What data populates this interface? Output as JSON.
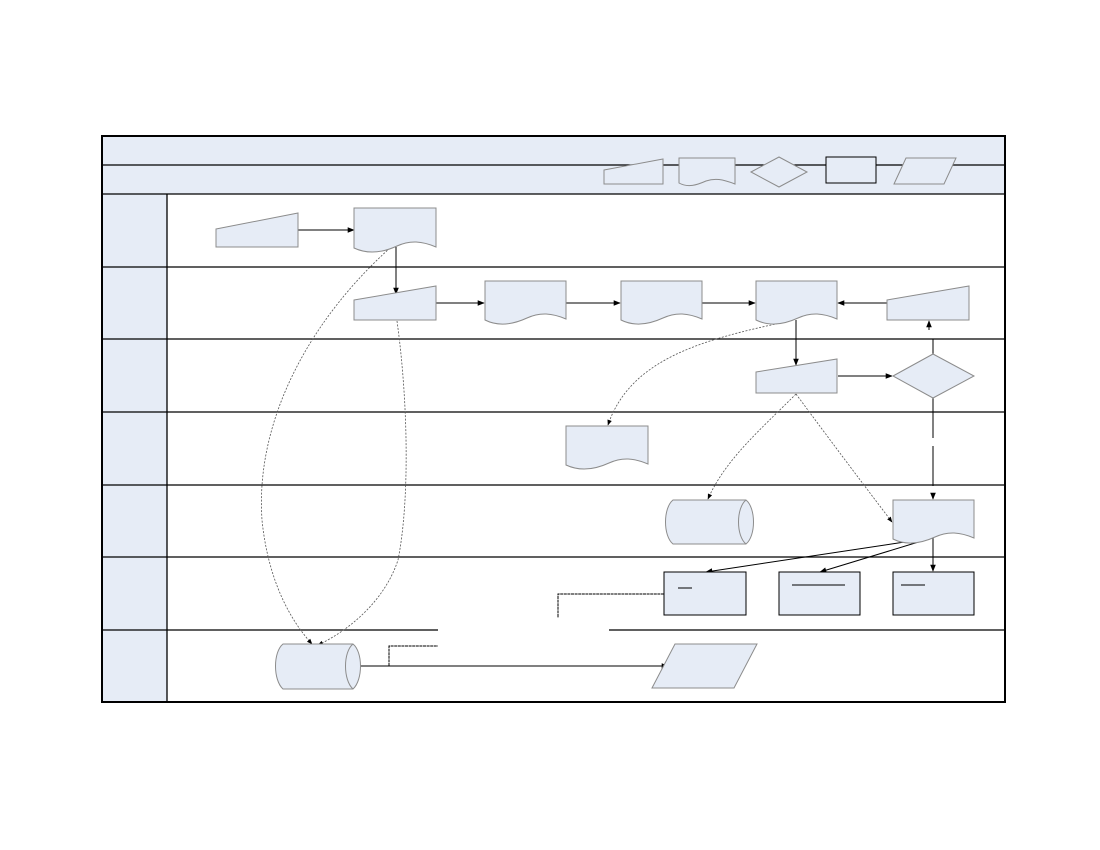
{
  "diagram": {
    "type": "swimlane-flowchart",
    "title": "",
    "colors": {
      "fill": "#e6ecf6",
      "stroke": "#8c8c8c",
      "line": "#000000"
    },
    "legend": [
      {
        "id": "legend-manual-input",
        "shape": "manual-input",
        "label": ""
      },
      {
        "id": "legend-document",
        "shape": "document",
        "label": ""
      },
      {
        "id": "legend-decision",
        "shape": "decision",
        "label": ""
      },
      {
        "id": "legend-process",
        "shape": "process",
        "label": ""
      },
      {
        "id": "legend-data",
        "shape": "data",
        "label": ""
      }
    ],
    "lanes": [
      {
        "id": "lane-1",
        "label": ""
      },
      {
        "id": "lane-2",
        "label": ""
      },
      {
        "id": "lane-3",
        "label": ""
      },
      {
        "id": "lane-4",
        "label": ""
      },
      {
        "id": "lane-5",
        "label": ""
      },
      {
        "id": "lane-6",
        "label": ""
      },
      {
        "id": "lane-7",
        "label": ""
      }
    ],
    "nodes": [
      {
        "id": "n1",
        "shape": "manual-input",
        "lane": 1,
        "label": ""
      },
      {
        "id": "n2",
        "shape": "document",
        "lane": 1,
        "label": ""
      },
      {
        "id": "n3",
        "shape": "manual-input",
        "lane": 2,
        "label": ""
      },
      {
        "id": "n4",
        "shape": "document",
        "lane": 2,
        "label": ""
      },
      {
        "id": "n5",
        "shape": "document",
        "lane": 2,
        "label": ""
      },
      {
        "id": "n6",
        "shape": "document",
        "lane": 2,
        "label": ""
      },
      {
        "id": "n7",
        "shape": "manual-input",
        "lane": 2,
        "label": ""
      },
      {
        "id": "n8",
        "shape": "manual-input",
        "lane": 3,
        "label": ""
      },
      {
        "id": "n9",
        "shape": "decision",
        "lane": 3,
        "label": ""
      },
      {
        "id": "n10",
        "shape": "document",
        "lane": 4,
        "label": ""
      },
      {
        "id": "n11",
        "shape": "storage",
        "lane": 5,
        "label": ""
      },
      {
        "id": "n12",
        "shape": "document",
        "lane": 5,
        "label": ""
      },
      {
        "id": "n13",
        "shape": "process",
        "lane": 6,
        "label": ""
      },
      {
        "id": "n14",
        "shape": "process",
        "lane": 6,
        "label": ""
      },
      {
        "id": "n15",
        "shape": "process",
        "lane": 6,
        "label": ""
      },
      {
        "id": "n16",
        "shape": "storage",
        "lane": 7,
        "label": ""
      },
      {
        "id": "n17",
        "shape": "data",
        "lane": 7,
        "label": ""
      }
    ],
    "edges": [
      {
        "from": "n1",
        "to": "n2",
        "style": "solid"
      },
      {
        "from": "n2",
        "to": "n3",
        "style": "solid"
      },
      {
        "from": "n3",
        "to": "n4",
        "style": "solid"
      },
      {
        "from": "n4",
        "to": "n5",
        "style": "solid"
      },
      {
        "from": "n5",
        "to": "n6",
        "style": "solid"
      },
      {
        "from": "n7",
        "to": "n6",
        "style": "solid"
      },
      {
        "from": "n6",
        "to": "n8",
        "style": "solid"
      },
      {
        "from": "n8",
        "to": "n9",
        "style": "solid"
      },
      {
        "from": "n9",
        "to": "n7",
        "style": "dashed"
      },
      {
        "from": "n9",
        "to": "n12",
        "style": "dashed"
      },
      {
        "from": "n6",
        "to": "n10",
        "style": "dotted"
      },
      {
        "from": "n8",
        "to": "n11",
        "style": "dotted"
      },
      {
        "from": "n8",
        "to": "n12",
        "style": "dotted"
      },
      {
        "from": "n12",
        "to": "n13",
        "style": "thin"
      },
      {
        "from": "n12",
        "to": "n14",
        "style": "thin"
      },
      {
        "from": "n12",
        "to": "n15",
        "style": "solid"
      },
      {
        "from": "n2",
        "to": "n16",
        "style": "dotted"
      },
      {
        "from": "n3",
        "to": "n16",
        "style": "dotted"
      },
      {
        "from": "n16",
        "to": "n17",
        "style": "solid"
      }
    ]
  }
}
